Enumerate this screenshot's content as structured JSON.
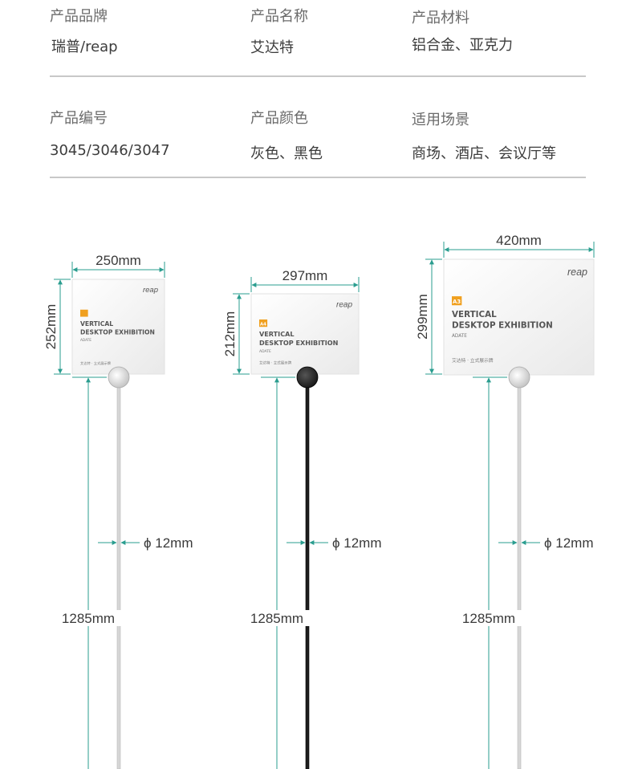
{
  "specs": {
    "row1": [
      {
        "label": "产品品牌",
        "value": "瑞普/reap"
      },
      {
        "label": "产品名称",
        "value": "艾达特"
      },
      {
        "label": "产品材料",
        "value": "铝合金、亚克力"
      }
    ],
    "row2": [
      {
        "label": "产品编号",
        "value": "3045/3046/3047"
      },
      {
        "label": "产品颜色",
        "value": "灰色、黑色"
      },
      {
        "label": "适用场景",
        "value": "商场、酒店、会议厅等"
      }
    ]
  },
  "colors": {
    "dimension_line": "#2a9d8f",
    "divider": "#c8c8c8",
    "badge": "#f0a020",
    "pole_silver": "#d6d6d6",
    "pole_black": "#1e1e1e"
  },
  "products": [
    {
      "width": "250mm",
      "height": "252mm",
      "pole_diameter": "ϕ 12mm",
      "total_height": "1285mm",
      "pole_color": "silver",
      "sign": {
        "logo": "reap",
        "badge": "",
        "title_line1": "VERTICAL",
        "title_line2": "DESKTOP EXHIBITION",
        "subtitle": "ADATE",
        "footer": "艾达特 · 立式展示牌"
      }
    },
    {
      "width": "297mm",
      "height": "212mm",
      "pole_diameter": "ϕ 12mm",
      "total_height": "1285mm",
      "pole_color": "black",
      "sign": {
        "logo": "reap",
        "badge": "A4",
        "title_line1": "VERTICAL",
        "title_line2": "DESKTOP EXHIBITION",
        "subtitle": "ADATE",
        "footer": "艾达特 · 立式展示牌"
      }
    },
    {
      "width": "420mm",
      "height": "299mm",
      "pole_diameter": "ϕ 12mm",
      "total_height": "1285mm",
      "pole_color": "silver",
      "sign": {
        "logo": "reap",
        "badge": "A3",
        "title_line1": "VERTICAL",
        "title_line2": "DESKTOP EXHIBITION",
        "subtitle": "ADATE",
        "footer": "艾达特 · 立式展示牌"
      }
    }
  ]
}
